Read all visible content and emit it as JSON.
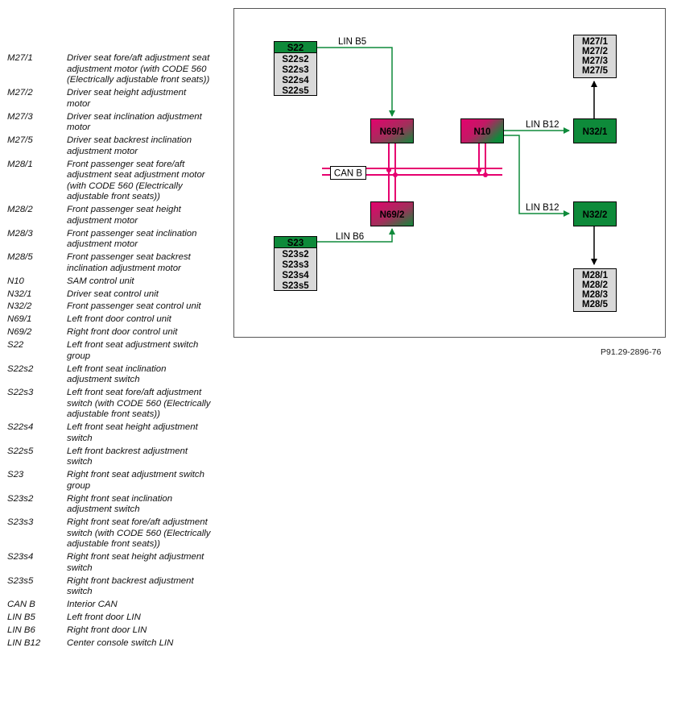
{
  "legend": [
    {
      "code": "M27/1",
      "desc": "Driver seat fore/aft adjustment seat adjustment motor (with CODE 560 (Electrically adjustable front seats))"
    },
    {
      "code": "M27/2",
      "desc": "Driver seat height adjustment motor"
    },
    {
      "code": "M27/3",
      "desc": "Driver seat inclination adjustment motor"
    },
    {
      "code": "M27/5",
      "desc": "Driver seat backrest inclination adjustment motor"
    },
    {
      "code": "M28/1",
      "desc": "Front passenger seat fore/aft adjustment seat adjustment motor (with CODE 560 (Electrically adjustable front seats))"
    },
    {
      "code": "M28/2",
      "desc": "Front passenger seat height adjustment motor"
    },
    {
      "code": "M28/3",
      "desc": "Front passenger seat inclination adjustment motor"
    },
    {
      "code": "M28/5",
      "desc": "Front passenger seat backrest inclination adjustment motor"
    },
    {
      "code": "N10",
      "desc": "SAM control unit"
    },
    {
      "code": "N32/1",
      "desc": "Driver seat control unit"
    },
    {
      "code": "N32/2",
      "desc": "Front passenger seat control unit"
    },
    {
      "code": "N69/1",
      "desc": "Left front door control unit"
    },
    {
      "code": "N69/2",
      "desc": "Right front door control unit"
    },
    {
      "code": "S22",
      "desc": "Left front seat adjustment switch group"
    },
    {
      "code": "S22s2",
      "desc": "Left front seat inclination adjustment switch"
    },
    {
      "code": "S22s3",
      "desc": "Left front seat fore/aft adjustment switch (with CODE 560 (Electrically adjustable front seats))"
    },
    {
      "code": "S22s4",
      "desc": "Left front seat height adjustment switch"
    },
    {
      "code": "S22s5",
      "desc": "Left front backrest adjustment switch"
    },
    {
      "code": "S23",
      "desc": "Right front seat adjustment switch group"
    },
    {
      "code": "S23s2",
      "desc": "Right front seat inclination adjustment switch"
    },
    {
      "code": "S23s3",
      "desc": "Right front seat fore/aft adjustment switch (with CODE 560 (Electrically adjustable front seats))"
    },
    {
      "code": "S23s4",
      "desc": "Right front seat height adjustment switch"
    },
    {
      "code": "S23s5",
      "desc": "Right front backrest adjustment switch"
    },
    {
      "code": "CAN B",
      "desc": "Interior CAN"
    },
    {
      "code": "LIN B5",
      "desc": "Left front door LIN"
    },
    {
      "code": "LIN B6",
      "desc": "Right front door LIN"
    },
    {
      "code": "LIN B12",
      "desc": "Center console switch LIN"
    }
  ],
  "diagram": {
    "s22": {
      "head": "S22",
      "items": [
        "S22s2",
        "S22s3",
        "S22s4",
        "S22s5"
      ]
    },
    "s23": {
      "head": "S23",
      "items": [
        "S23s2",
        "S23s3",
        "S23s4",
        "S23s5"
      ]
    },
    "m27": [
      "M27/1",
      "M27/2",
      "M27/3",
      "M27/5"
    ],
    "m28": [
      "M28/1",
      "M28/2",
      "M28/3",
      "M28/5"
    ],
    "n69_1": "N69/1",
    "n69_2": "N69/2",
    "n10": "N10",
    "n32_1": "N32/1",
    "n32_2": "N32/2",
    "can_b": "CAN B",
    "lin_b5": "LIN B5",
    "lin_b6": "LIN B6",
    "lin_b12_top": "LIN B12",
    "lin_b12_bottom": "LIN B12"
  },
  "figure_id": "P91.29-2896-76",
  "colors": {
    "green": "#0e8a3a",
    "magenta": "#e6006f",
    "grey_box": "#d9d9d9",
    "frame": "#555555"
  }
}
